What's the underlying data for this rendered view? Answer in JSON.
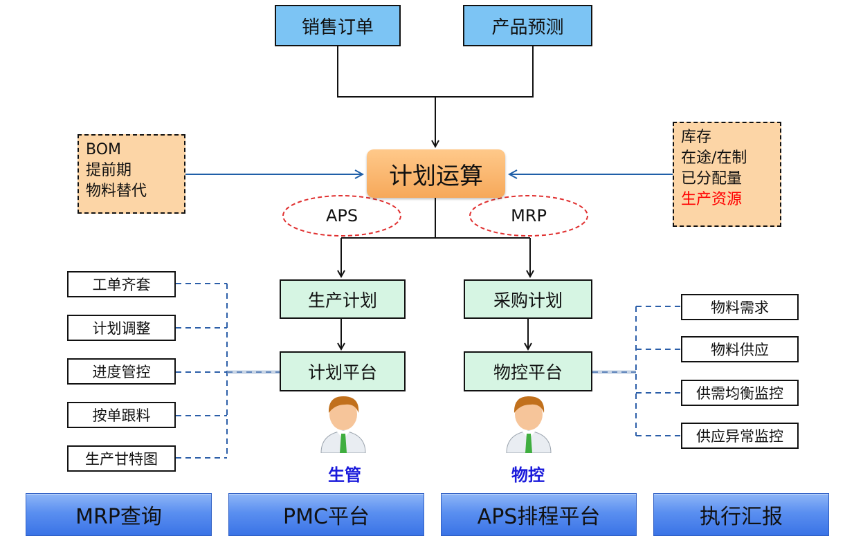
{
  "top_inputs": {
    "sales_order": "销售订单",
    "product_forecast": "产品预测"
  },
  "calc": {
    "label": "计划运算"
  },
  "left_note": {
    "lines": [
      "BOM",
      "提前期",
      "物料替代"
    ]
  },
  "right_note": {
    "lines": [
      "库存",
      "在途/在制",
      "已分配量"
    ],
    "highlight": "生产资源",
    "highlight_color": "#ff0000"
  },
  "engines": {
    "aps": "APS",
    "mrp": "MRP"
  },
  "plans": {
    "production": "生产计划",
    "purchase": "采购计划"
  },
  "platforms": {
    "planning": "计划平台",
    "material_control": "物控平台"
  },
  "left_functions": [
    "工单齐套",
    "计划调整",
    "进度管控",
    "按单跟料",
    "生产甘特图"
  ],
  "right_functions": [
    "物料需求",
    "物料供应",
    "供需均衡监控",
    "供应异常监控"
  ],
  "roles": {
    "production_mgmt": "生管",
    "material_ctrl": "物控",
    "color": "#1a1adb"
  },
  "tabs": [
    "MRP查询",
    "PMC平台",
    "APS排程平台",
    "执行汇报"
  ],
  "colors": {
    "blue_box": "#7cc4f4",
    "green_box": "#d6f5e3",
    "calc": "#f6a85a",
    "note": "#fcd5a6",
    "input_arrow": "#1f5fa8",
    "dashed": "#2b5ea8",
    "ellipse": "#e03030"
  }
}
